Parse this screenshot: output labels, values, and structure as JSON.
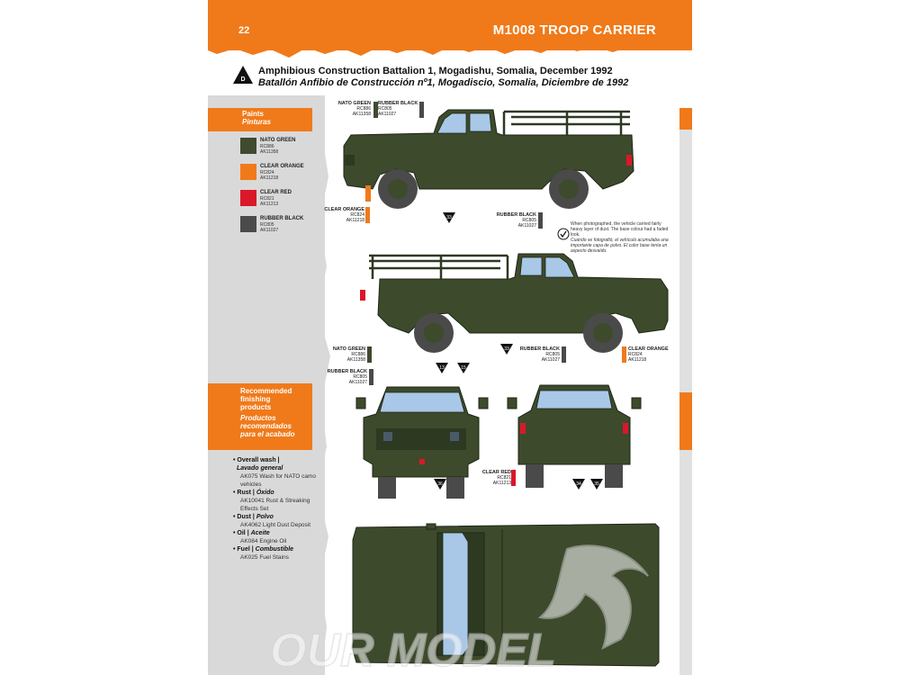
{
  "header": {
    "page_number": "22",
    "title": "M1008 TROOP CARRIER",
    "color": "#f07a1a"
  },
  "caption": {
    "badge_letter": "D",
    "english": "Amphibious Construction Battalion 1, Mogadishu, Somalia, December 1992",
    "spanish": "Batallón Anfibio de Construcción nº1, Mogadiscio, Somalia, Diciembre de 1992"
  },
  "paints": {
    "title": "Paints",
    "subtitle": "Pinturas",
    "items": [
      {
        "name": "NATO GREEN",
        "code1": "RC886",
        "code2": "AK11358",
        "color": "#3f4a2f"
      },
      {
        "name": "CLEAR ORANGE",
        "code1": "RC824",
        "code2": "AK11218",
        "color": "#f07a1a"
      },
      {
        "name": "CLEAR RED",
        "code1": "RC821",
        "code2": "AK11213",
        "color": "#d9182a"
      },
      {
        "name": "RUBBER BLACK",
        "code1": "RC805",
        "code2": "AK11027",
        "color": "#4a4a4a"
      }
    ]
  },
  "finishing": {
    "title_lines": [
      "Recommended",
      "finishing",
      "products"
    ],
    "subtitle_lines": [
      "Productos",
      "recomendados",
      "para el acabado"
    ],
    "items": [
      {
        "label": "Overall wash",
        "label_es": "Lavado general",
        "products": [
          "AK075 Wash for NATO camo",
          "vehicles"
        ]
      },
      {
        "label": "Rust",
        "label_es": "Óxido",
        "products": [
          "AK10041 Rust & Streaking",
          "Effects Set"
        ]
      },
      {
        "label": "Dust",
        "label_es": "Polvo",
        "products": [
          "AK4062 Light Dust Deposit"
        ]
      },
      {
        "label": "Oil",
        "label_es": "Aceite",
        "products": [
          "AK084 Engine Oil"
        ]
      },
      {
        "label": "Fuel",
        "label_es": "Combustible",
        "products": [
          "AK025 Fuel Stains"
        ]
      }
    ]
  },
  "callouts": {
    "nato_green": {
      "name": "NATO GREEN",
      "code1": "RC886",
      "code2": "AK11358"
    },
    "rubber_black": {
      "name": "RUBBER BLACK",
      "code1": "RC805",
      "code2": "AK11027"
    },
    "clear_orange": {
      "name": "CLEAR ORANGE",
      "code1": "RC824",
      "code2": "AK11218"
    },
    "clear_red": {
      "name": "CLEAR RED",
      "code1": "RC821",
      "code2": "AK11213"
    }
  },
  "numbers": [
    "33",
    "33",
    "13",
    "15",
    "36",
    "34",
    "35"
  ],
  "note": {
    "english": "When photographed, the vehicle carried fairly heavy layer of dust. The base colour had a faded look.",
    "spanish": "Cuando se fotografió, el vehículo acumulaba una importante capa de polvo. El color base tenía un aspecto desvaído."
  },
  "colors": {
    "vehicle_green": "#3d4a2c",
    "vehicle_dark": "#2e3922",
    "glass": "#a9c8e8",
    "sidebar_gray": "#d9d9d9"
  }
}
